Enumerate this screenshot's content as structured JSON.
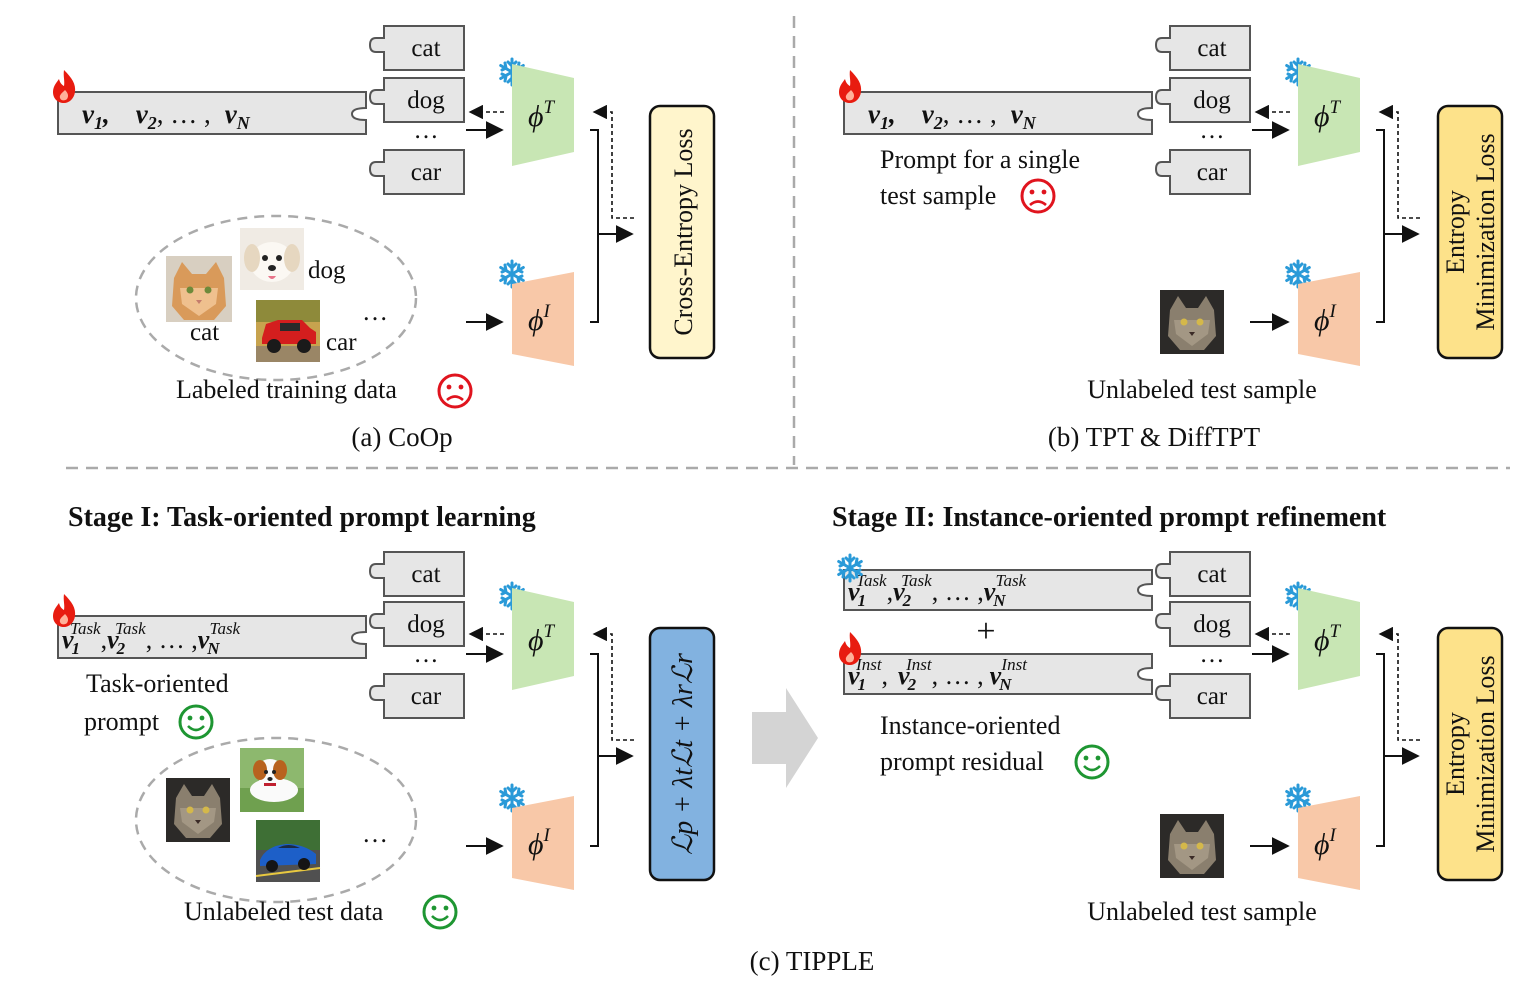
{
  "panel_a": {
    "classes": [
      "cat",
      "dog",
      "car"
    ],
    "ellipsis": "…",
    "prompt": {
      "v1": "v",
      "s1": "1",
      "comma": ",",
      "s2": "2",
      "mid": ", … ,",
      "sN": "N"
    },
    "phi_t": {
      "base": "ϕ",
      "sup": "T"
    },
    "phi_i": {
      "base": "ϕ",
      "sup": "I"
    },
    "loss": "Cross-Entropy Loss",
    "img_labels": {
      "dog": "dog",
      "cat": "cat",
      "car": "car"
    },
    "dots": "…",
    "data_caption": "Labeled training data",
    "caption": "(a) CoOp"
  },
  "panel_b": {
    "classes": [
      "cat",
      "dog",
      "car"
    ],
    "ellipsis": "…",
    "prompt_note_line1": "Prompt for a single",
    "prompt_note_line2": "test sample",
    "loss_line1": "Entropy",
    "loss_line2": "Minimization Loss",
    "sample_caption": "Unlabeled test sample",
    "caption": "(b) TPT & DiffTPT"
  },
  "stage1": {
    "title": "Stage I: Task-oriented prompt learning",
    "classes": [
      "cat",
      "dog",
      "car"
    ],
    "ellipsis": "…",
    "prompt_sup": "Task",
    "prompt_note_line1": "Task-oriented",
    "prompt_note_line2": "prompt",
    "loss": "ℒp + λtℒt + λrℒr",
    "dots": "…",
    "data_caption": "Unlabeled test data"
  },
  "stage2": {
    "title": "Stage II: Instance-oriented prompt refinement",
    "classes": [
      "cat",
      "dog",
      "car"
    ],
    "ellipsis": "…",
    "task_sup": "Task",
    "inst_sup": "Inst",
    "plus": "+",
    "note_line1": "Instance-oriented",
    "note_line2": "prompt residual",
    "loss_line1": "Entropy",
    "loss_line2": "Minimization Loss",
    "sample_caption": "Unlabeled test sample"
  },
  "caption_c": "(c) TIPPLE",
  "colors": {
    "text_encoder": "#c8e6b4",
    "image_encoder": "#f8c8a8",
    "ce_loss": "#fff5cc",
    "entropy_loss": "#fde28a",
    "tipple_loss": "#82b2e0",
    "sad": "#e0141e",
    "happy": "#1e9632",
    "frozen": "#2a9ad8",
    "trainable": "#e81c10"
  }
}
